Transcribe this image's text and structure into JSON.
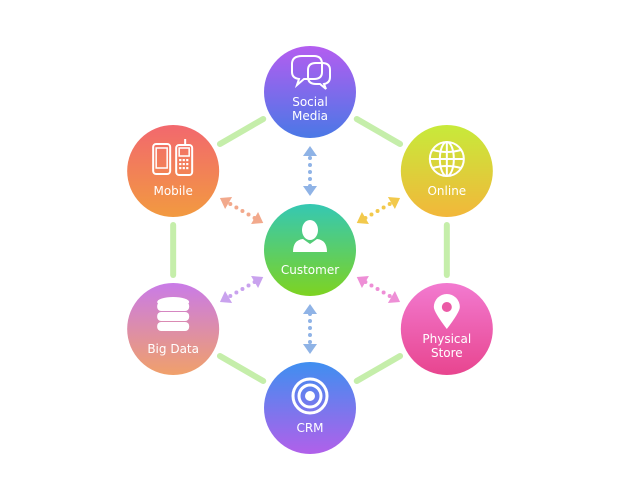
{
  "diagram": {
    "center": {
      "id": "customer",
      "label_lines": [
        "Customer"
      ],
      "icon": "person-icon",
      "gradient": [
        "#35c8b3",
        "#7ed321"
      ]
    },
    "nodes": [
      {
        "id": "social-media",
        "label_lines": [
          "Social",
          "Media"
        ],
        "icon": "speech-bubbles-icon",
        "gradient": [
          "#b45df0",
          "#4a78e6"
        ]
      },
      {
        "id": "online",
        "label_lines": [
          "Online"
        ],
        "icon": "globe-icon",
        "gradient": [
          "#c7ea3a",
          "#f2b73a"
        ]
      },
      {
        "id": "physical-store",
        "label_lines": [
          "Physical",
          "Store"
        ],
        "icon": "location-pin-icon",
        "gradient": [
          "#f27ad0",
          "#e8458f"
        ]
      },
      {
        "id": "crm",
        "label_lines": [
          "CRM"
        ],
        "icon": "target-icon",
        "gradient": [
          "#3f8ff0",
          "#b160ea"
        ]
      },
      {
        "id": "big-data",
        "label_lines": [
          "Big Data"
        ],
        "icon": "database-icon",
        "gradient": [
          "#c97be8",
          "#f0a06a"
        ]
      },
      {
        "id": "mobile",
        "label_lines": [
          "Mobile"
        ],
        "icon": "phones-icon",
        "gradient": [
          "#f2686e",
          "#f29a40"
        ]
      }
    ],
    "connections": [
      {
        "from": "customer",
        "to": "social-media",
        "color": "#8fb3e6"
      },
      {
        "from": "customer",
        "to": "online",
        "color": "#f2c94c"
      },
      {
        "from": "customer",
        "to": "physical-store",
        "color": "#ee8fd6"
      },
      {
        "from": "customer",
        "to": "crm",
        "color": "#8fb3e6"
      },
      {
        "from": "customer",
        "to": "big-data",
        "color": "#c9a2ee"
      },
      {
        "from": "customer",
        "to": "mobile",
        "color": "#f2a98c"
      }
    ],
    "ring_color": "#c5eeaa"
  }
}
